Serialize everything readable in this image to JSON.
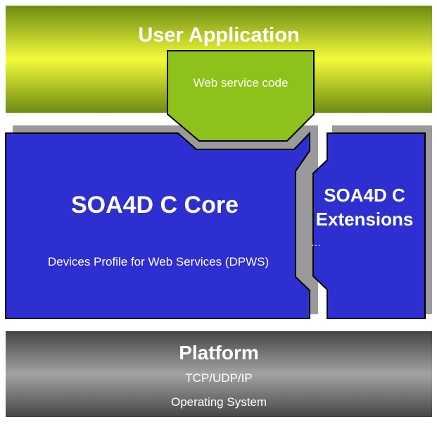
{
  "layers": {
    "user_application": {
      "title": "User Application"
    },
    "web_service_code": {
      "label": "Web service code"
    },
    "core": {
      "title": "SOA4D C Core",
      "subtitle": "Devices Profile for Web Services (DPWS)"
    },
    "extensions": {
      "title_line1": "SOA4D C",
      "title_line2": "Extensions",
      "more": "…"
    },
    "platform": {
      "title": "Platform",
      "line1": "TCP/UDP/IP",
      "line2": "Operating System"
    }
  },
  "colors": {
    "app_gradient_edge": "#6e8a12",
    "app_gradient_center": "#f2fb3a",
    "web_code_fill": "#8ec21a",
    "core_fill": "#2d2fd0",
    "shadow": "#9a9a9a",
    "platform_gradient_edge": "#454545",
    "platform_gradient_center": "#a3a3a3",
    "outline": "#000000"
  }
}
